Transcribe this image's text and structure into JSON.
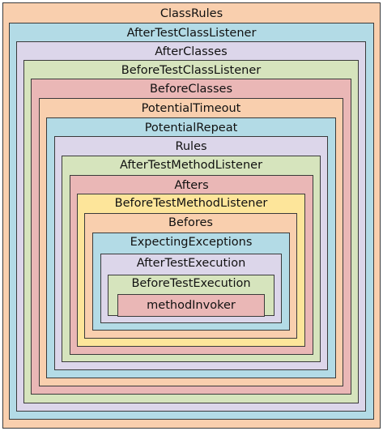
{
  "layers": [
    {
      "label": "ClassRules",
      "color": "#f9cfae"
    },
    {
      "label": "AfterTestClassListener",
      "color": "#b3dbe6"
    },
    {
      "label": "AfterClasses",
      "color": "#dcd6ea"
    },
    {
      "label": "BeforeTestClassListener",
      "color": "#d6e4bd"
    },
    {
      "label": "BeforeClasses",
      "color": "#eab7b6"
    },
    {
      "label": "PotentialTimeout",
      "color": "#f9cfae"
    },
    {
      "label": "PotentialRepeat",
      "color": "#b3dbe6"
    },
    {
      "label": "Rules",
      "color": "#dcd6ea"
    },
    {
      "label": "AfterTestMethodListener",
      "color": "#d6e4bd"
    },
    {
      "label": "Afters",
      "color": "#eab7b6"
    },
    {
      "label": "BeforeTestMethodListener",
      "color": "#fde59a"
    },
    {
      "label": "Befores",
      "color": "#f9cfae"
    },
    {
      "label": "ExpectingExceptions",
      "color": "#b3dbe6"
    },
    {
      "label": "AfterTestExecution",
      "color": "#dcd6ea"
    },
    {
      "label": "BeforeTestExecution",
      "color": "#d6e4bd"
    },
    {
      "label": "methodInvoker",
      "color": "#eab7b6"
    }
  ]
}
